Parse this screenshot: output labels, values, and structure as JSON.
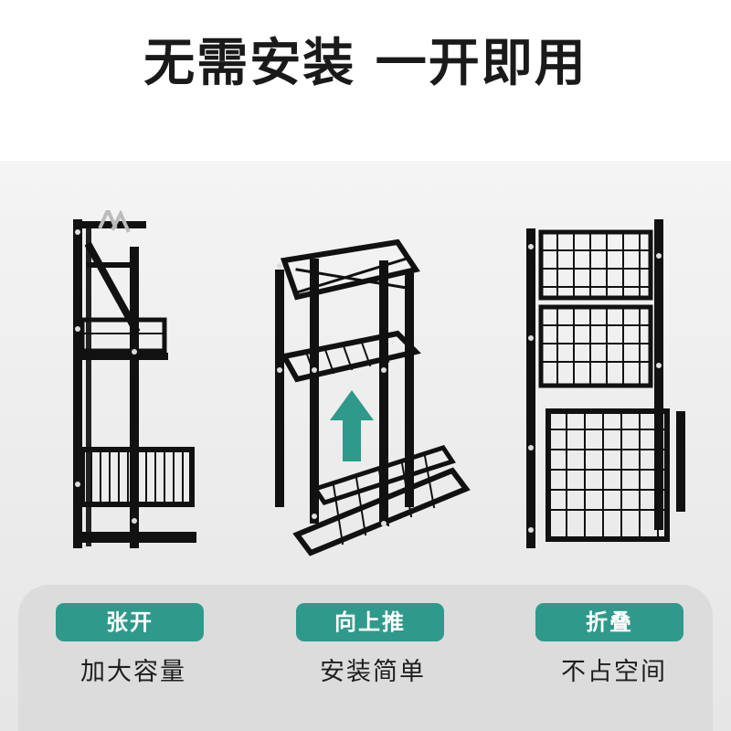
{
  "headline": "无需安装  一开即用",
  "steps": [
    {
      "label": "张开",
      "caption": "加大容量",
      "illustration": "open-rack"
    },
    {
      "label": "向上推",
      "caption": "安装简单",
      "illustration": "half-folded-rack-with-up-arrow"
    },
    {
      "label": "折叠",
      "caption": "不占空间",
      "illustration": "folded-rack"
    }
  ],
  "colors": {
    "accent": "#2f9a8c",
    "rack": "#111111",
    "background": "#ececec",
    "floor": "#dcdcdc",
    "headline": "#1a1a1a"
  },
  "icons": [
    "up-arrow-icon"
  ]
}
